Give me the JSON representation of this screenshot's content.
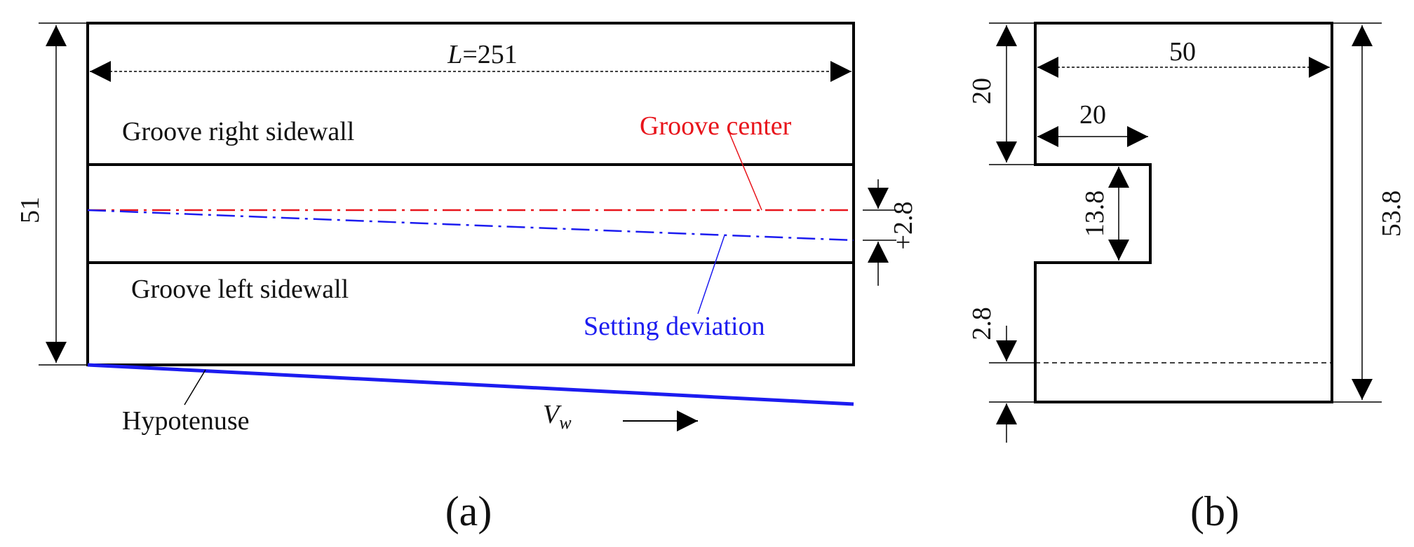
{
  "panel_a": {
    "dim_length_var": "L",
    "dim_length_value": "=251",
    "dim_height": "51",
    "dim_deviation": "+2.8",
    "label_right_sidewall": "Groove right sidewall",
    "label_left_sidewall": "Groove left sidewall",
    "label_groove_center": "Groove center",
    "label_setting_deviation": "Setting deviation",
    "label_hypotenuse": "Hypotenuse",
    "label_velocity_var": "V",
    "label_velocity_sub": "w",
    "caption": "(a)"
  },
  "panel_b": {
    "dim_width": "50",
    "dim_top_height": "20",
    "dim_slot_depth": "20",
    "dim_slot_width": "13.8",
    "dim_total_height": "53.8",
    "dim_bottom": "2.8",
    "caption": "(b)"
  },
  "colors": {
    "groove_center": "#e8141b",
    "setting_deviation": "#1c1cf0",
    "hypotenuse": "#1c1cf0",
    "outline": "#000000"
  }
}
